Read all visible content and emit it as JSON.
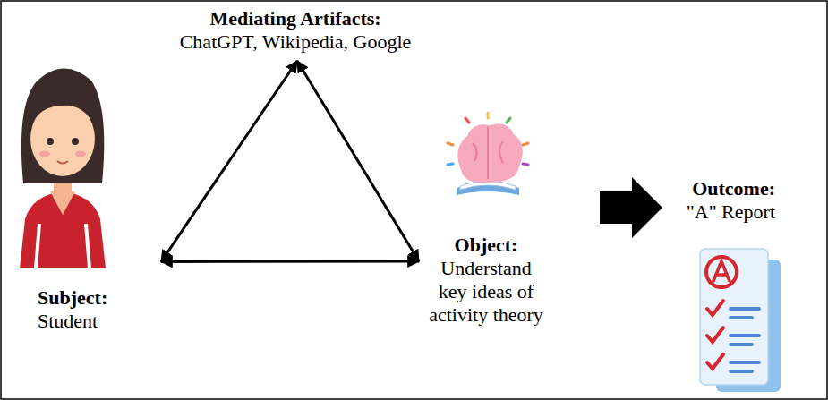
{
  "diagram": {
    "nodes": [
      {
        "text": [
          "Mediating Artifacts:",
          "ChatGPT, Wikipedia, Google"
        ]
      },
      {
        "text": [
          "Subject:",
          "Student"
        ]
      },
      {
        "text": [
          "Object:",
          "Understand key ideas of activity theory"
        ]
      },
      {
        "text": [
          "Outcome:",
          "\"A\" Report"
        ]
      }
    ],
    "edges": [
      {
        "from": 0,
        "to": 1,
        "arrow": "both"
      },
      {
        "from": 1,
        "to": 2,
        "arrow": "both"
      },
      {
        "from": 0,
        "to": 2,
        "arrow": "both"
      },
      {
        "from": 2,
        "to": 3,
        "arrow": "to"
      }
    ]
  }
}
